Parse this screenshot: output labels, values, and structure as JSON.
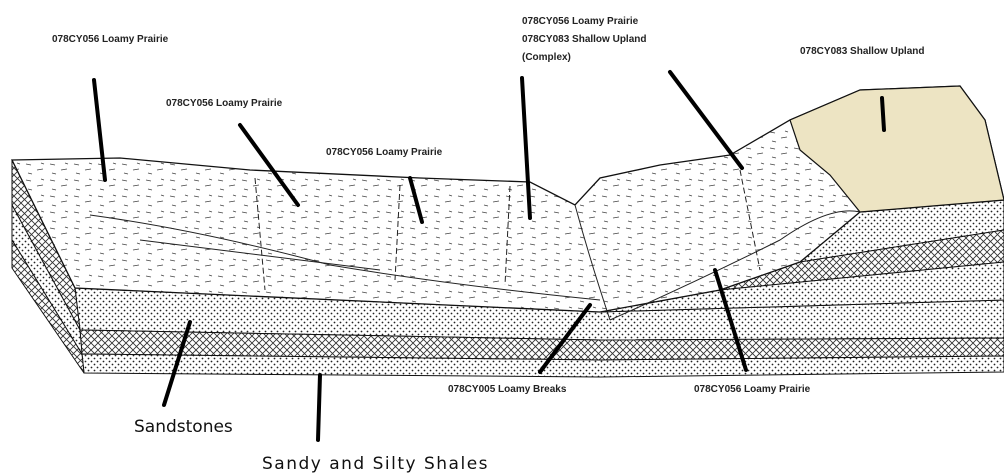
{
  "labels": {
    "loamy_prairie_left": "078CY056 Loamy Prairie",
    "loamy_prairie_mid_left": "078CY056 Loamy Prairie",
    "loamy_prairie_mid": "078CY056 Loamy Prairie",
    "complex_line1": "078CY056 Loamy Prairie",
    "complex_line2": "078CY083 Shallow Upland",
    "complex_line3": "(Complex)",
    "shallow_upland": "078CY083 Shallow Upland",
    "loamy_breaks": "078CY005 Loamy Breaks",
    "loamy_prairie_bottom": "078CY056 Loamy Prairie",
    "sandstones": "Sandstones",
    "shales": "Sandy and Silty Shales"
  },
  "colors": {
    "shallow_upland_fill": "#ede4c3",
    "line": "#111111",
    "hatch": "#333333"
  }
}
